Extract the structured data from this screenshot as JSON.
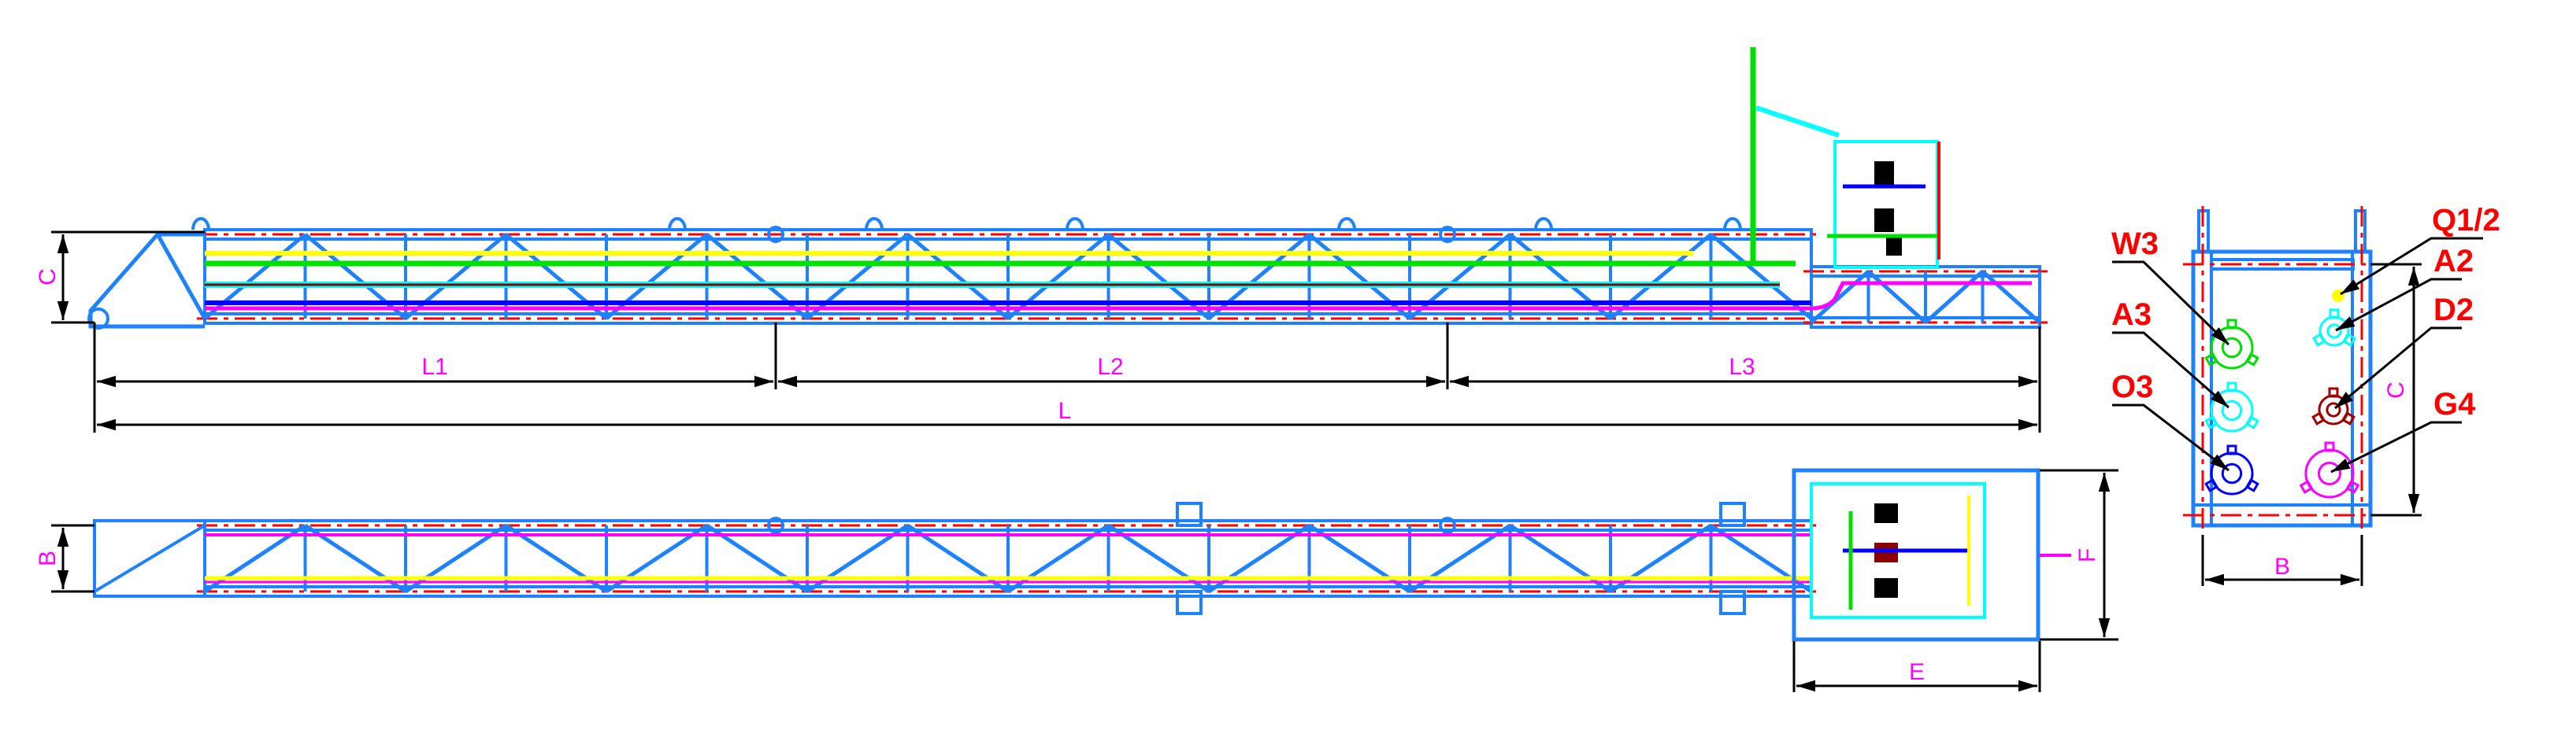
{
  "drawing": {
    "side_view": {
      "dimensions": {
        "height": "C",
        "segment_1": "L1",
        "segment_2": "L2",
        "segment_3": "L3",
        "overall_length": "L"
      }
    },
    "plan_view": {
      "dimensions": {
        "width": "B",
        "skid_length": "E",
        "skid_width": "F"
      }
    },
    "end_view": {
      "dimensions": {
        "width": "B",
        "height": "C"
      },
      "connections": [
        {
          "label": "W3",
          "color": "#00e000"
        },
        {
          "label": "A3",
          "color": "#00ffff"
        },
        {
          "label": "O3",
          "color": "#0000ff"
        },
        {
          "label": "Q1/2",
          "color": "#ffff00"
        },
        {
          "label": "A2",
          "color": "#00ffff"
        },
        {
          "label": "D2",
          "color": "#a00000"
        },
        {
          "label": "G4",
          "color": "#ff00ff"
        }
      ]
    }
  },
  "colors": {
    "frame": "#1e82ff",
    "centerline": "#ff0000",
    "dimension_text": "#ff00ff",
    "callout_text": "#ff0000"
  }
}
